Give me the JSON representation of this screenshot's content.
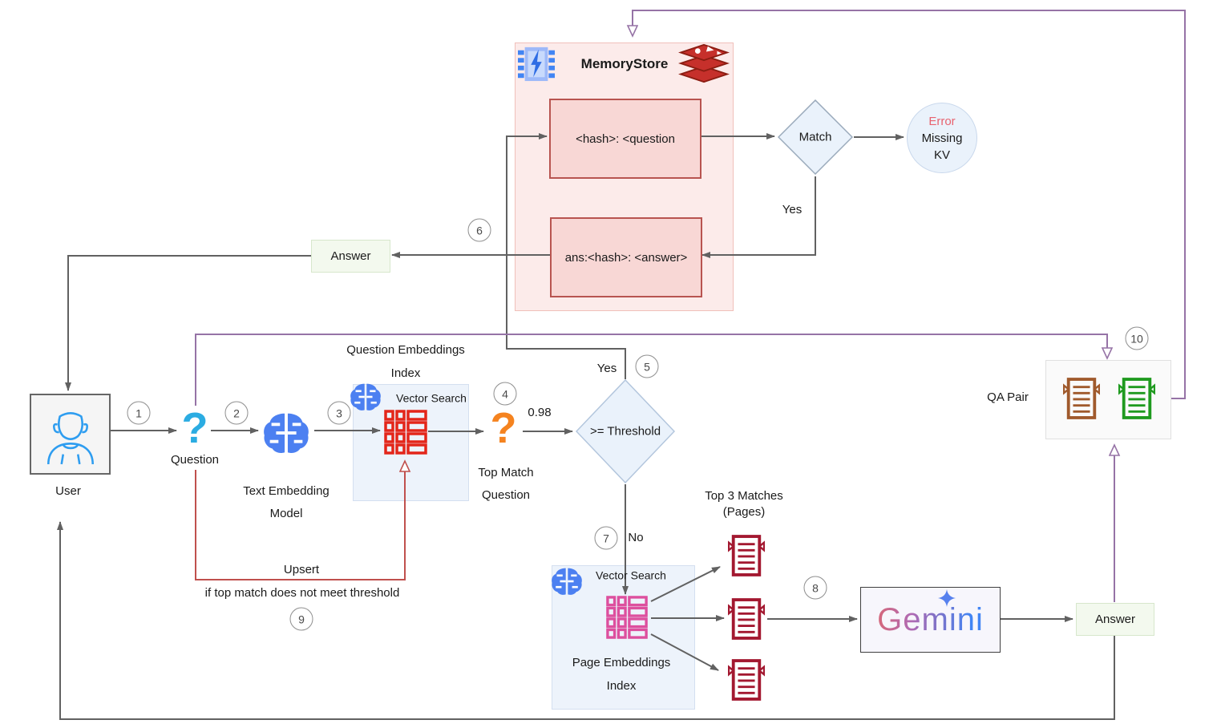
{
  "diagram": {
    "memorystore": {
      "title": "MemoryStore",
      "kv_question": "<hash>: <question",
      "kv_answer": "ans:<hash>: <answer>"
    },
    "match": {
      "label": "Match",
      "yes": "Yes"
    },
    "error": {
      "line1": "Error",
      "line2": "Missing",
      "line3": "KV"
    },
    "answer_left": {
      "label": "Answer"
    },
    "answer_right": {
      "label": "Answer"
    },
    "user": {
      "label": "User"
    },
    "question": {
      "label": "Question",
      "glyph": "?"
    },
    "embedding_model": {
      "line1": "Text Embedding",
      "line2": "Model"
    },
    "question_index": {
      "title1": "Question Embeddings",
      "title2": "Index",
      "vector_search": "Vector Search"
    },
    "top_match": {
      "glyph": "?",
      "score": "0.98",
      "line1": "Top Match",
      "line2": "Question"
    },
    "threshold": {
      "label": ">= Threshold",
      "yes": "Yes",
      "no": "No"
    },
    "page_index": {
      "vector_search": "Vector Search",
      "line1": "Page Embeddings",
      "line2": "Index"
    },
    "top_matches_pages": {
      "line1": "Top 3 Matches",
      "line2": "(Pages)"
    },
    "gemini": {
      "wordmark": "Gemini"
    },
    "qa_pair": {
      "label": "QA Pair"
    },
    "upsert": {
      "label": "Upsert",
      "condition": "if top match does not meet threshold"
    },
    "steps": [
      "1",
      "2",
      "3",
      "4",
      "5",
      "6",
      "7",
      "8",
      "9",
      "10"
    ]
  },
  "icons": {
    "user": "person-icon",
    "memorystore": "memorystore-chip-icon",
    "redis": "redis-stack-icon",
    "embedding_model": "brain-circuit-icon",
    "vector_index": "grid-table-icon",
    "page_document": "document-pages-icon",
    "gemini_sparkle": "sparkle-icon",
    "question_blue": "question-mark-icon",
    "question_orange": "question-mark-icon"
  },
  "colors": {
    "connector_gray": "#616161",
    "qa_flow_purple": "#9673a6",
    "upsert_red": "#c0504d",
    "memorystore_fill": "#fcebea",
    "memorystore_border": "#f0c0ba",
    "kv_box_fill": "#f8d7d5",
    "kv_box_border": "#b85450",
    "decision_fill": "#eaf2fb",
    "index_box_fill": "#edf3fb",
    "index_box_border": "#d4dff0",
    "answer_fill": "#f3f9ee",
    "answer_border": "#d7e7cc",
    "error_text": "#e8636f",
    "question_icon_blue": "#2bace2",
    "top_match_orange": "#f5831f",
    "question_grid_red": "#e3261a",
    "page_grid_pink": "#dd4f9e",
    "doc_red": "#a31830",
    "doc_brown": "#a05a2c",
    "doc_green": "#1f9a1f",
    "brain_blue": "#4c80f1"
  }
}
